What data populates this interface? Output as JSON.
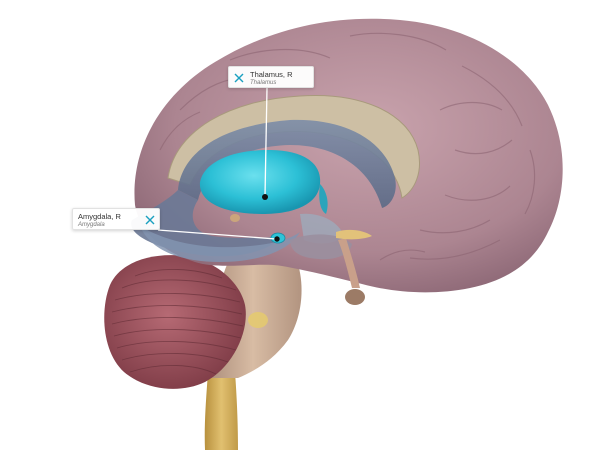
{
  "labels": {
    "thalamus": {
      "title": "Thalamus, R",
      "subtitle": "Thalamus"
    },
    "amygdala": {
      "title": "Amygdala, R",
      "subtitle": "Amygdala"
    }
  },
  "icons": {
    "close": "close-icon"
  },
  "colors": {
    "highlight": "#2ec4d8",
    "accent": "#1a9fc0",
    "brain": "#b48d98",
    "cerebellum": "#9b4f5a",
    "brainstem": "#c9a98a",
    "spinal_cord": "#d4b060",
    "card_bg": "#ffffff"
  }
}
